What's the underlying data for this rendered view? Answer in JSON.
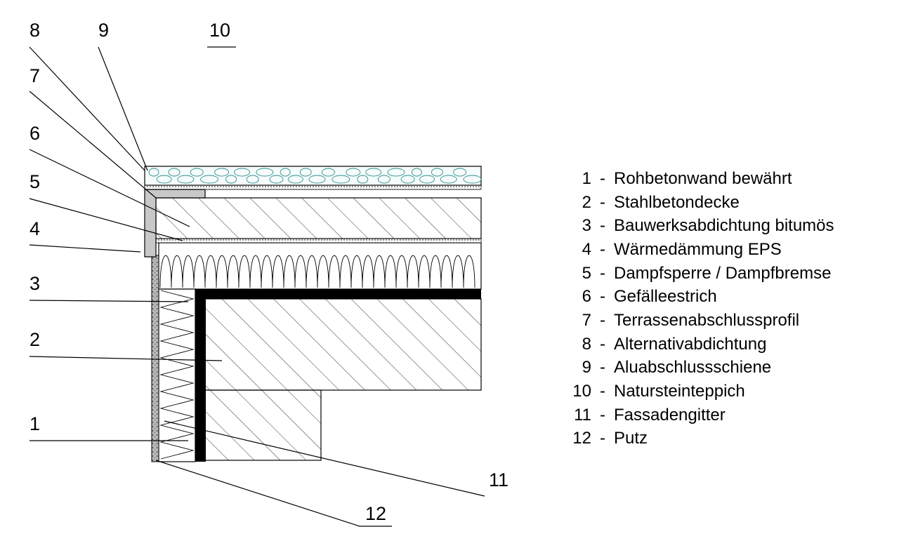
{
  "callouts": [
    "1",
    "2",
    "3",
    "4",
    "5",
    "6",
    "7",
    "8",
    "9",
    "10",
    "11",
    "12"
  ],
  "legend": [
    {
      "num": "1",
      "sep": "-",
      "text": "Rohbetonwand bewährt"
    },
    {
      "num": "2",
      "sep": "-",
      "text": "Stahlbetondecke"
    },
    {
      "num": "3",
      "sep": "-",
      "text": "Bauwerksabdichtung bitumös"
    },
    {
      "num": "4",
      "sep": "-",
      "text": "Wärmedämmung EPS"
    },
    {
      "num": "5",
      "sep": "-",
      "text": "Dampfsperre / Dampfbremse"
    },
    {
      "num": "6",
      "sep": "-",
      "text": "Gefälleestrich"
    },
    {
      "num": "7",
      "sep": "-",
      "text": "Terrassenabschlussprofil"
    },
    {
      "num": "8",
      "sep": "-",
      "text": "Alternativabdichtung"
    },
    {
      "num": "9",
      "sep": "-",
      "text": "Aluabschlussschiene"
    },
    {
      "num": "10",
      "sep": "-",
      "text": "Natursteinteppich"
    },
    {
      "num": "11",
      "sep": "-",
      "text": "Fassadengitter"
    },
    {
      "num": "12",
      "sep": "-",
      "text": "Putz"
    }
  ],
  "colors": {
    "line": "#000000",
    "profile_fill": "#c8c8c8",
    "stone_outline": "#2f8f8f",
    "plaster_fill": "#b4b4b4",
    "waterproofing": "#000000"
  }
}
